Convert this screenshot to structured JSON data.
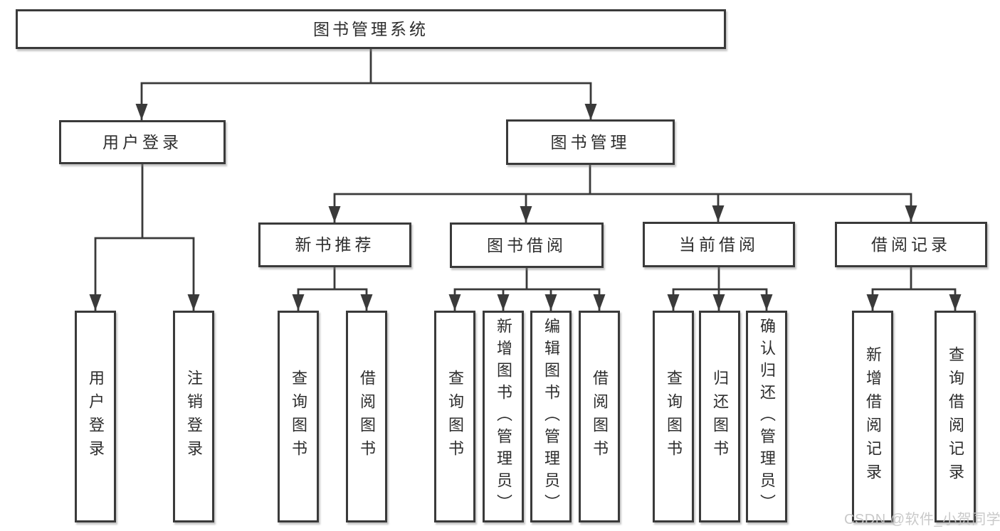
{
  "diagram": {
    "title": "图书管理系统",
    "branches": {
      "user": {
        "label": "用户登录",
        "children": [
          "用户登录",
          "注销登录"
        ]
      },
      "mgmt": {
        "label": "图书管理",
        "sections": [
          {
            "label": "新书推荐",
            "children": [
              "查询图书",
              "借阅图书"
            ]
          },
          {
            "label": "图书借阅",
            "children": [
              "查询图书",
              "新增图书（管理员）",
              "编辑图书（管理员）",
              "借阅图书"
            ]
          },
          {
            "label": "当前借阅",
            "children": [
              "查询图书",
              "归还图书",
              "确认归还（管理员）"
            ]
          },
          {
            "label": "借阅记录",
            "children": [
              "新增借阅记录",
              "查询借阅记录"
            ]
          }
        ]
      }
    },
    "line_color": "#3a3a3a",
    "background_color": "#ffffff",
    "watermark": "CSDN @软件_小贺同学"
  }
}
